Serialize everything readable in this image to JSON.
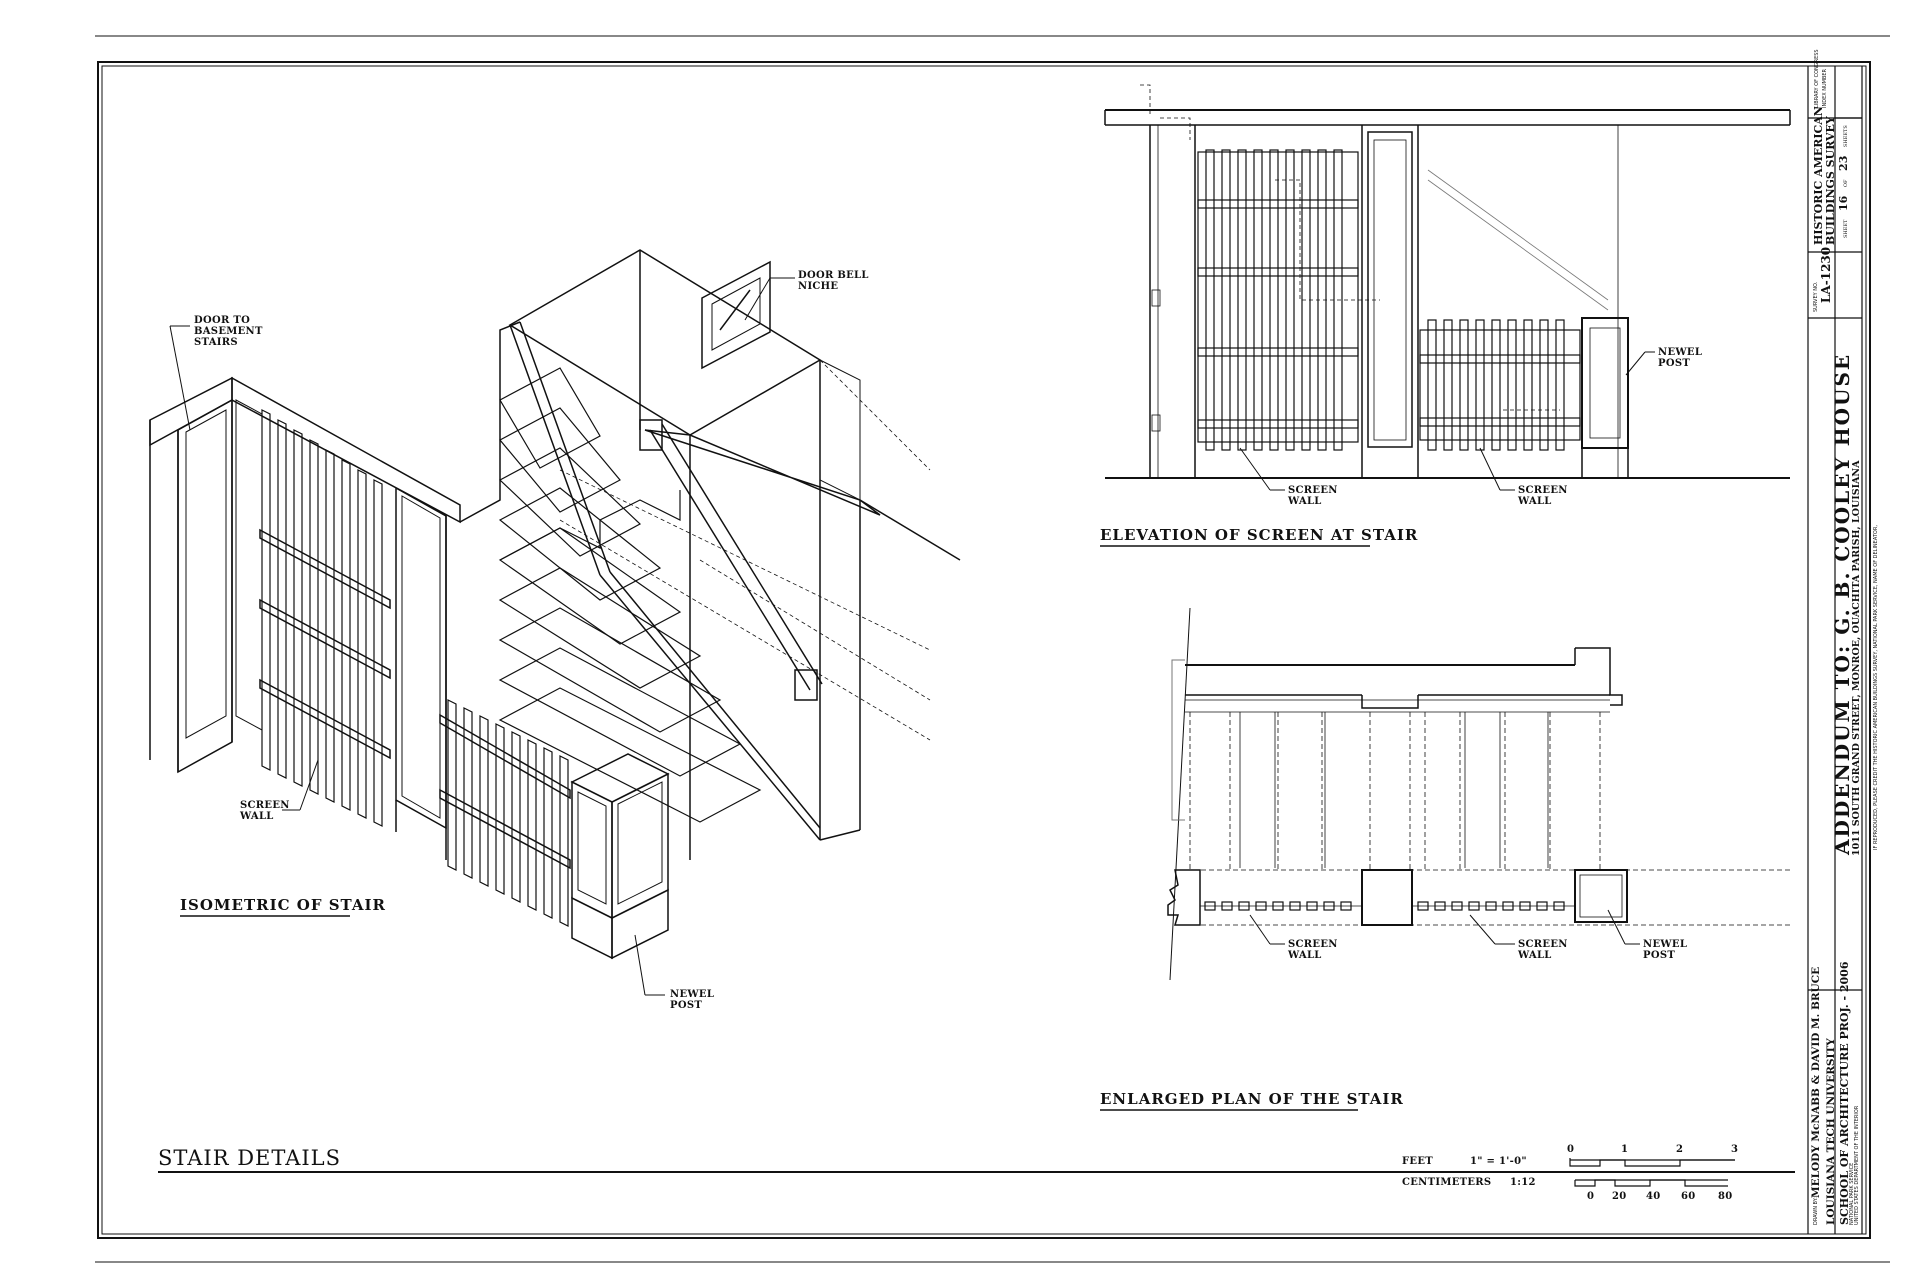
{
  "sheet": {
    "title": "STAIR DETAILS"
  },
  "isometric": {
    "title": "ISOMETRIC OF STAIR",
    "labels": {
      "door_basement": [
        "DOOR TO",
        "BASEMENT",
        "STAIRS"
      ],
      "door_bell": [
        "DOOR BELL",
        "NICHE"
      ],
      "screen_wall": [
        "SCREEN",
        "WALL"
      ],
      "newel_post": [
        "NEWEL",
        "POST"
      ]
    }
  },
  "elevation": {
    "title": "ELEVATION OF SCREEN AT STAIR",
    "labels": {
      "screen_wall_1": [
        "SCREEN",
        "WALL"
      ],
      "screen_wall_2": [
        "SCREEN",
        "WALL"
      ],
      "newel_post": [
        "NEWEL",
        "POST"
      ]
    }
  },
  "plan": {
    "title": "ENLARGED PLAN OF THE STAIR",
    "labels": {
      "screen_wall_1": [
        "SCREEN",
        "WALL"
      ],
      "screen_wall_2": [
        "SCREEN",
        "WALL"
      ],
      "newel_post": [
        "NEWEL",
        "POST"
      ]
    }
  },
  "scale": {
    "feet_label": "FEET",
    "feet_ratio": "1\" = 1'-0\"",
    "cm_label": "CENTIMETERS",
    "cm_ratio": "1:12",
    "feet_ticks": [
      "0",
      "1",
      "2",
      "3"
    ],
    "cm_ticks": [
      "0",
      "20",
      "40",
      "60",
      "80"
    ]
  },
  "title_block": {
    "project_title": "ADDENDUM TO: G. B. COOLEY HOUSE",
    "address": "1011 SOUTH GRAND STREET,   MONROE,   OUACHITA PARISH,   LOUISIANA",
    "reproduction_note": "IF REPRODUCED, PLEASE CREDIT THE HISTORIC AMERICAN BUILDINGS SURVEY, NATIONAL PARK SERVICE, NAME OF DELINEATOR,",
    "drawn_by_label": "DRAWN BY:",
    "drawn_by": "MELODY McNABB & DAVID M. BRUCE",
    "school_1": "LOUISIANA TECH UNIVERSITY",
    "school_2": "SCHOOL OF ARCHITECTURE PROJ. - 2006",
    "nps": "NATIONAL PARK SERVICE",
    "doi": "UNITED STATES DEPARTMENT OF THE INTERIOR",
    "survey_no_label": "SURVEY NO.",
    "survey_no": "LA-1230",
    "habs_1": "HISTORIC AMERICAN",
    "habs_2": "BUILDINGS SURVEY",
    "sheet_word": "SHEET",
    "sheet_no": "16",
    "of_word": "OF",
    "sheet_total": "23",
    "sheets_word": "SHEETS",
    "loc_1": "LIBRARY OF CONGRESS",
    "loc_2": "INDEX NUMBER"
  }
}
